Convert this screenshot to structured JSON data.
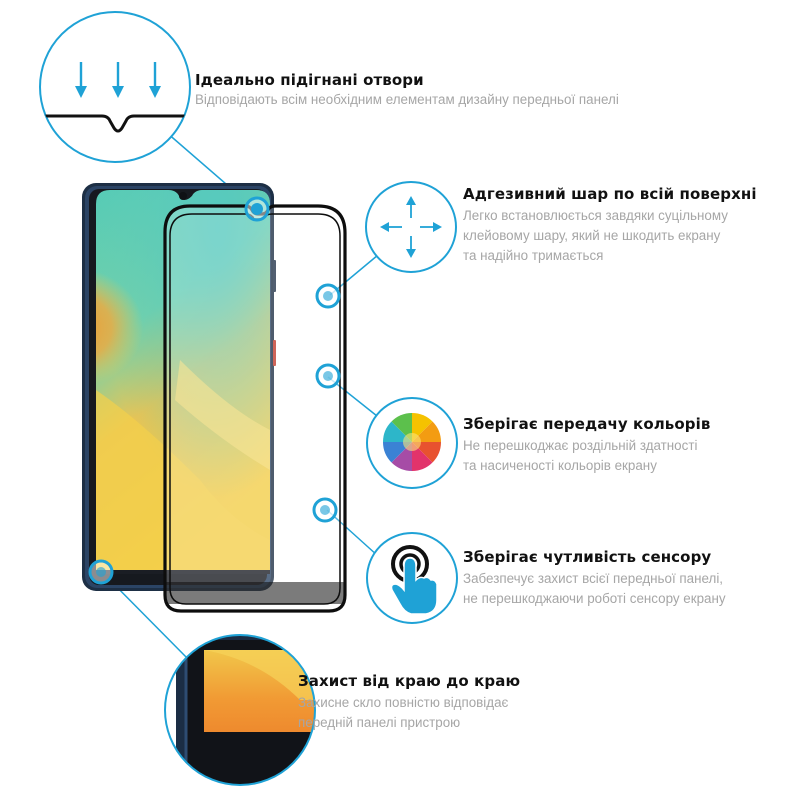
{
  "colors": {
    "accent": "#1fa2d6",
    "frame": "#111111",
    "title_text": "#111111",
    "desc_text": "#a6a6a6"
  },
  "features": [
    {
      "title": "Ідеально підігнані отвори",
      "lines": [
        "Відповідають всім необхідним елементам дизайну передньої панелі"
      ],
      "icon": "arrows-down-notch-icon"
    },
    {
      "title": "Адгезивний шар по всій поверхні",
      "lines": [
        "Легко встановлюється завдяки суцільному",
        "клейовому шару, який не шкодить екрану",
        "та надійно тримається"
      ],
      "icon": "spread-arrows-icon"
    },
    {
      "title": "Зберігає передачу кольорів",
      "lines": [
        "Не перешкоджає роздільній здатності",
        "та насиченості кольорів екрану"
      ],
      "icon": "color-wheel-icon"
    },
    {
      "title": "Зберігає чутливість сенсору",
      "lines": [
        "Забезпечує захист всієї передньої панелі,",
        "не перешкоджаючи роботі сенсору екрану"
      ],
      "icon": "finger-touch-icon"
    },
    {
      "title": "Захист від краю до краю",
      "lines": [
        "Захисне скло повністю відповідає",
        "передній панелі пристрою"
      ],
      "icon": "screen-edge-zoom-icon"
    }
  ]
}
